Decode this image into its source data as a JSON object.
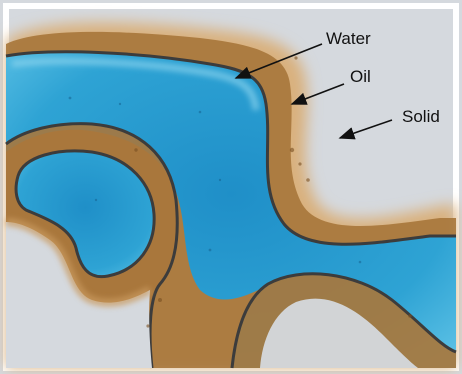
{
  "labels": {
    "water": "Water",
    "oil": "Oil",
    "solid": "Solid"
  },
  "colors": {
    "solid_bg": "#d5d9de",
    "oil": "#a8773c",
    "oil_halo": "#d9b17e",
    "water": "#2ea3d4",
    "water_light": "#8fd6ef",
    "boundary": "#3c3c3c",
    "arrow": "#111111"
  }
}
